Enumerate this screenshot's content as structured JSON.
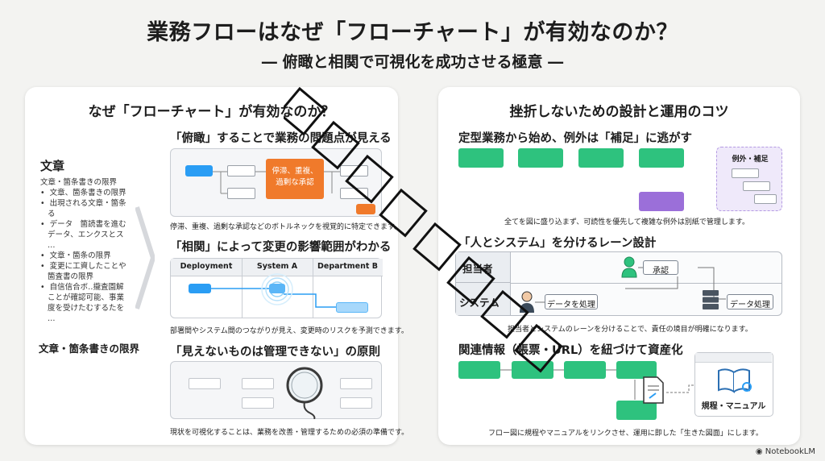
{
  "header": {
    "title": "業務フローはなぜ「フローチャート」が有効なのか？",
    "subtitle": "― 俯瞰と相関で可視化を成功させる極意 ―"
  },
  "left": {
    "title": "なぜ「フローチャート」が有効なのか？",
    "doc": {
      "heading": "文章",
      "items": [
        "文章・箇条書きの限界",
        "•  文章、箇条書きの限界",
        "•  出現される文章・箇条",
        "   る",
        "•  データ　箇読書を進む",
        "   データ、エンクスとス",
        "   …",
        "•  文章・箇条の限界",
        "•  変更に工資したことや",
        "   箇査書の限界",
        "•  自信信合ボ‥攏査園解",
        "   ことが確認可能、事業",
        "   度を受けたむするたを",
        "   …"
      ],
      "footer": "文章・箇条書きの限界"
    },
    "s1": {
      "heading": "「俯瞰」することで業務の問題点が見える",
      "callout": "停滞、重複、\n過剰な承認",
      "caption": "停滞、重複、過剰な承認などのボトルネックを視覚的に特定できます。"
    },
    "s2": {
      "heading": "「相関」によって変更の影響範囲がわかる",
      "lanes": [
        "Deployment",
        "System A",
        "Department B"
      ],
      "caption": "部署間やシステム間のつながりが見え、変更時のリスクを予測できます。"
    },
    "s3": {
      "heading": "「見えないものは管理できない」の原則",
      "caption": "現状を可視化することは、業務を改善・管理するための必須の準備です。"
    }
  },
  "right": {
    "title": "挫折しないための設計と運用のコツ",
    "r1": {
      "heading": "定型業務から始め、例外は「補足」に逃がす",
      "exception_label": "例外・補足",
      "caption": "全てを図に盛り込まず、可読性を優先して複雑な例外は別紙で管理します。"
    },
    "r2": {
      "heading": "「人とシステム」を分けるレーン設計",
      "lanes": [
        "担当者",
        "システム"
      ],
      "approve": "承認",
      "process1": "データを処理",
      "process2": "データ処理",
      "caption": "担当者とシステムのレーンを分けることで、責任の境目が明確になります。"
    },
    "r3": {
      "heading": "関連情報（帳票・URL）を紐づけて資産化",
      "card_label": "規程・マニュアル",
      "caption": "フロー図に規程やマニュアルをリンクさせ、運用に即した「生きた図面」にします。"
    }
  },
  "branding": {
    "logo": "NotebookLM"
  },
  "colors": {
    "green": "#2ec27e",
    "blue": "#2a9df4",
    "orange": "#f07a2b",
    "purple": "#9b6fd9",
    "panel": "#ffffff",
    "bg": "#f3f3f1"
  }
}
